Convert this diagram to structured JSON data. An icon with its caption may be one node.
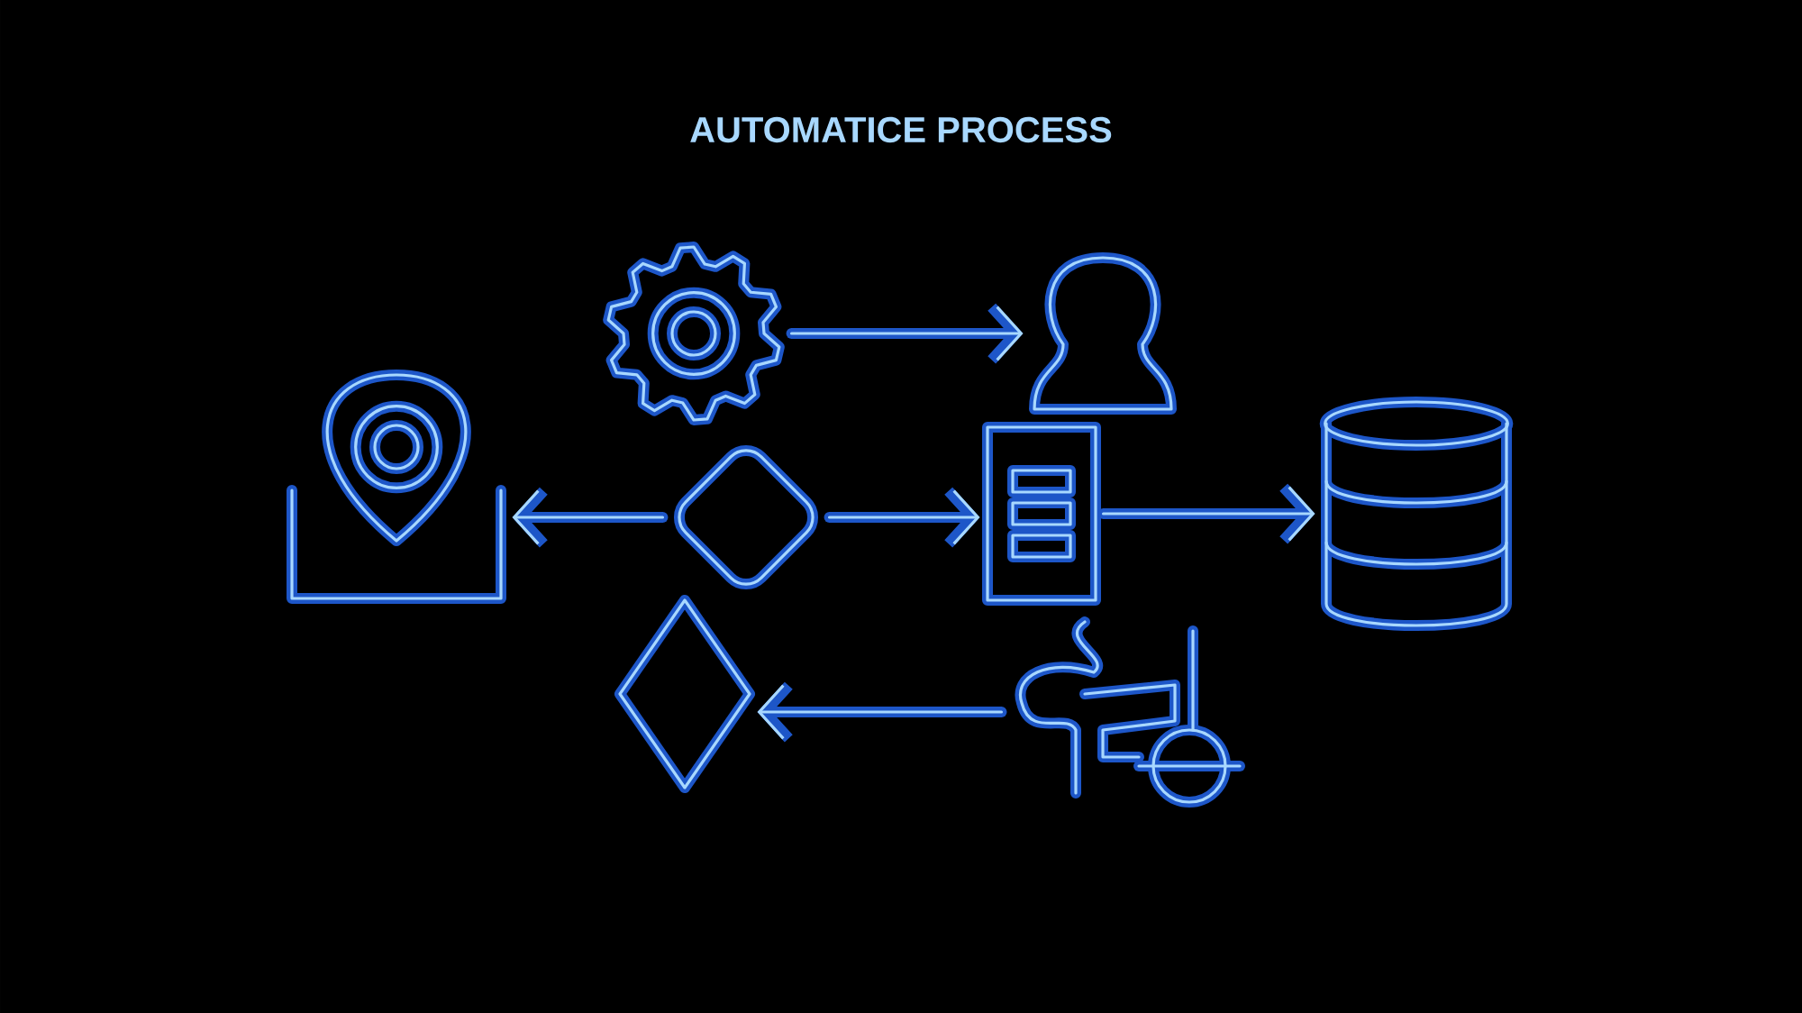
{
  "diagram": {
    "title": "AUTOMATICE PROCESS",
    "nodes": [
      {
        "text": [],
        "shape": "gear"
      },
      {
        "text": [],
        "shape": "person"
      },
      {
        "text": [],
        "shape": "pin"
      },
      {
        "text": [],
        "shape": "box"
      },
      {
        "text": [],
        "shape": "document"
      },
      {
        "text": [],
        "shape": "cylinder"
      },
      {
        "text": [],
        "shape": "diamond"
      },
      {
        "text": [],
        "shape": "picture"
      }
    ],
    "edges": [
      {
        "from": 0,
        "to": 1,
        "arrow": "to"
      },
      {
        "from": 3,
        "to": 2,
        "arrow": "to"
      },
      {
        "from": 3,
        "to": 4,
        "arrow": "to"
      },
      {
        "from": 4,
        "to": 5,
        "arrow": "to"
      },
      {
        "from": 7,
        "to": 6,
        "arrow": "to"
      }
    ]
  }
}
